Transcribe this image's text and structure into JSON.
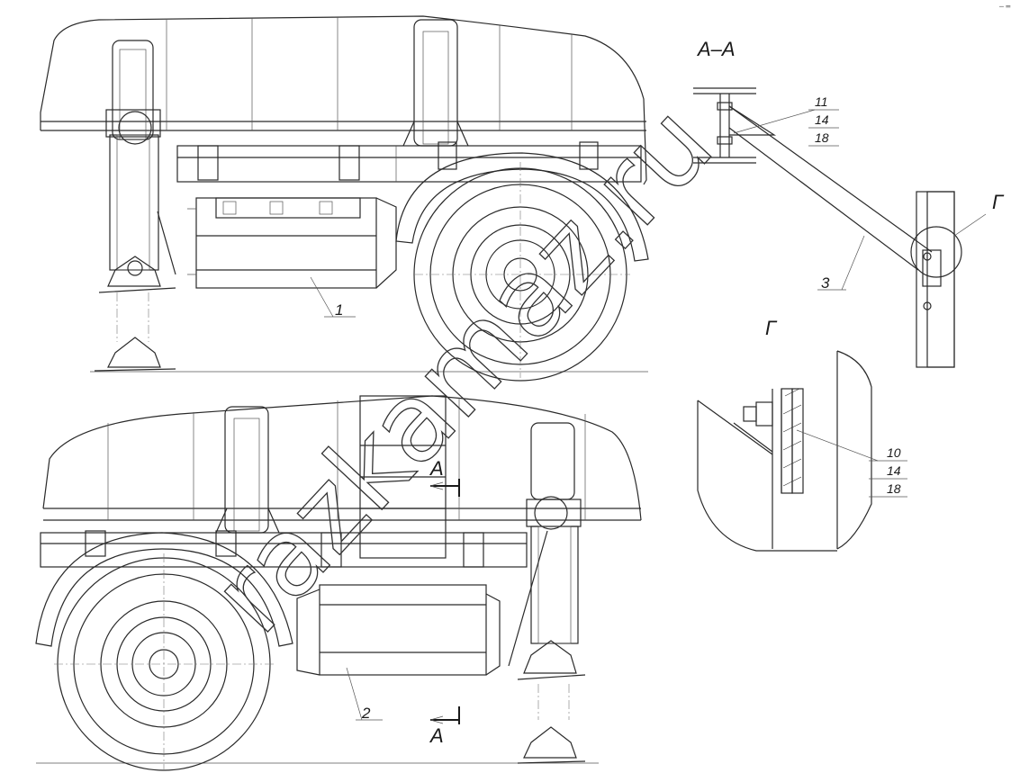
{
  "watermark": "razkamaz.ru",
  "corner_mark": "─ ═",
  "labels": {
    "part_1": "1",
    "part_2": "2",
    "part_3": "3",
    "section_title": "А–А",
    "section_mark_top": "А",
    "section_mark_bottom": "А",
    "detail_mark": "Г",
    "detail_title": "Г"
  },
  "callouts": {
    "section": [
      "11",
      "14",
      "18"
    ],
    "detail": [
      "10",
      "14",
      "18"
    ]
  }
}
